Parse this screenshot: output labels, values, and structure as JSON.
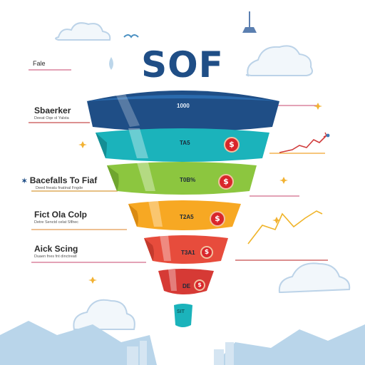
{
  "title": "SOF",
  "top_label": "Fale",
  "tip_label": "SIT",
  "stages": [
    {
      "heading": "Sbaerker",
      "sub": "Deeat Oqe ol Yalsta",
      "value": "1000",
      "color": "#1f4e86",
      "coin": ""
    },
    {
      "heading": "",
      "sub": "",
      "value": "TA5",
      "color": "#1bb3bb",
      "coin": "$"
    },
    {
      "heading": "Bacefalls To Fiaf",
      "sub": "Deed fneatu fnatinal Fngde",
      "value": "T0B%",
      "color": "#8cc63f",
      "coin": "$"
    },
    {
      "heading": "Fict Ola Colp",
      "sub": "Detre Senctd celat Sflhec",
      "value": "T2A5",
      "color": "#f7a823",
      "coin": "$"
    },
    {
      "heading": "Aick Scing",
      "sub": "Duaen fnes fnt dinctreatl",
      "value": "T3A1",
      "color": "#e74c3c",
      "coin": "$"
    },
    {
      "heading": "",
      "sub": "",
      "value": "DE",
      "color": "#d63a35",
      "coin": "$"
    }
  ]
}
